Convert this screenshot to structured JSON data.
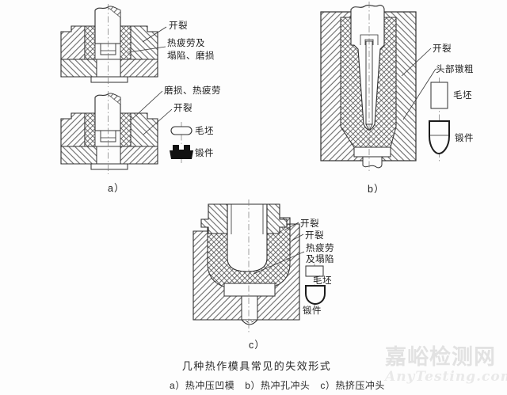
{
  "figure": {
    "title": "几种热作模具常见的失效形式",
    "captions": {
      "a": "a）热冲压凹模",
      "b": "b）热冲孔冲头",
      "c": "c）热挤压冲头"
    },
    "panel_labels": {
      "a": "a）",
      "b": "b）",
      "c": "c）"
    },
    "panel_a": {
      "annotations": {
        "crack_top": "开裂",
        "fatigue_line1": "热疲劳及",
        "fatigue_line2": "塌陷、磨损",
        "wear_fatigue": "磨损、热疲劳",
        "crack_bottom": "开裂"
      },
      "legend": {
        "blank": "毛坯",
        "forging": "锻件"
      }
    },
    "panel_b": {
      "annotations": {
        "crack": "开裂",
        "head_upset": "头部镦粗"
      },
      "legend": {
        "blank": "毛坯",
        "forging": "锻件"
      }
    },
    "panel_c": {
      "annotations": {
        "crack_upper": "开裂",
        "crack_lower": "开裂",
        "fatigue_line1": "热疲劳",
        "fatigue_line2": "及塌陷"
      },
      "legend": {
        "blank": "毛坯",
        "forging": "锻件"
      }
    },
    "watermark": {
      "site_name": "嘉峪检测网",
      "site_url": "AnyTesting.com"
    }
  },
  "colors": {
    "line": "#2f2f2f",
    "hatch": "#4a4a4a",
    "background": "#fdfdfd",
    "watermark_gray": "#e2e2e2"
  }
}
